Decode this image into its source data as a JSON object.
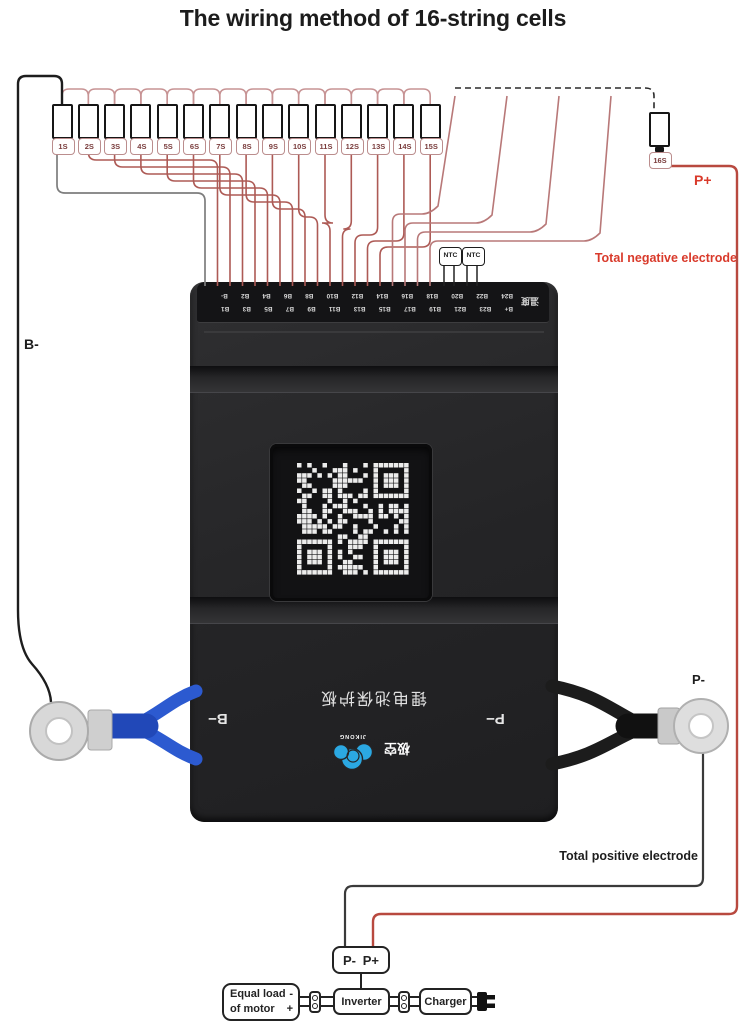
{
  "title": "The wiring method of 16-string cells",
  "cells": {
    "labels": [
      "1S",
      "2S",
      "3S",
      "4S",
      "5S",
      "6S",
      "7S",
      "8S",
      "9S",
      "10S",
      "11S",
      "12S",
      "13S",
      "14S",
      "15S",
      "16S"
    ]
  },
  "labels": {
    "pack_negative": "B-",
    "pack_positive": "P+",
    "p_minus_terminal": "P-",
    "total_negative": "Total negative electrode",
    "total_positive": "Total positive electrode"
  },
  "board": {
    "connector_row_top": [
      "B+",
      "B23",
      "B21",
      "B19",
      "B17",
      "B15",
      "B13",
      "B11",
      "B9",
      "B7",
      "B5",
      "B3",
      "B1"
    ],
    "connector_row_bottom": [
      "B24",
      "B22",
      "B20",
      "B18",
      "B16",
      "B14",
      "B12",
      "B10",
      "B8",
      "B6",
      "B4",
      "B2",
      "B-"
    ],
    "temp_label": "温度",
    "ntc_label": "NTC",
    "b_terminal": "B−",
    "p_terminal": "P−",
    "product_name_cn": "锂电池保护板",
    "brand_cn": "极空",
    "brand_en": "JIKONG"
  },
  "bottom": {
    "pbox_minus": "P-",
    "pbox_plus": "P+",
    "inverter": "Inverter",
    "charger": "Charger",
    "load_line1": "Equal load",
    "load_line2": "of motor",
    "minus": "-",
    "plus": "+"
  },
  "colors": {
    "balance_wire_red": "#ad5a55",
    "series_link_rose": "#c79394",
    "accent_red": "#d93a2b",
    "pack_positive_wire": "#b8493f",
    "blue_cable": "#2c5ad0",
    "black_cable": "#1c1c1c",
    "logo_blue": "#2ba8e2",
    "board_dark": "#242426"
  }
}
